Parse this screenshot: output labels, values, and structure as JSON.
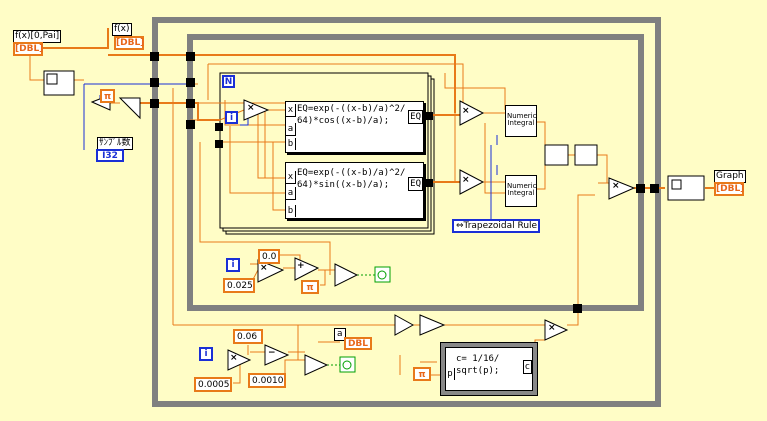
{
  "terminals": {
    "fx_range_label": "f(x)[0,Pai]",
    "fx_range_type": "[DBL]",
    "fx_label": "f(x)",
    "fx_type": "[DBL]",
    "samples_label": "ｻﾝﾌﾟﾙ数",
    "samples_type": "I32",
    "graph_label": "Graph",
    "graph_type": "[DBL]",
    "a_label": "a",
    "a_type": "DBL"
  },
  "loops": {
    "n_label": "N",
    "i_label": "i"
  },
  "formula_nodes": {
    "cos": {
      "input_x": "x",
      "input_a": "a",
      "input_b": "b",
      "output": "EQ",
      "text": "EQ=exp(-((x-b)/a)^2/\n64)*cos((x-b)/a);"
    },
    "sin": {
      "input_x": "x",
      "input_a": "a",
      "input_b": "b",
      "output": "EQ",
      "text": "EQ=exp(-((x-b)/a)^2/\n64)*sin((x-b)/a);"
    },
    "c": {
      "input": "p",
      "output": "c",
      "text": "c= 1/16/\nsqrt(p);"
    }
  },
  "constants": {
    "c_start": "0.0",
    "c_step": "0.025",
    "c_a_start": "0.06",
    "c_a_step": "0.0005",
    "c_a_limit": "0.0010"
  },
  "symbols": {
    "pi": "π",
    "multiply": "×",
    "add": "+",
    "subtract": "−",
    "iteration": "i"
  },
  "integration": {
    "method": "⇔Trapezoidal Rule",
    "vi_text": "Numeric\nIntegral"
  },
  "colors": {
    "background": "#fffdc6",
    "wire_orange": "#e87a1a",
    "wire_blue": "#1a2fd6",
    "loop_frame": "#808080"
  }
}
